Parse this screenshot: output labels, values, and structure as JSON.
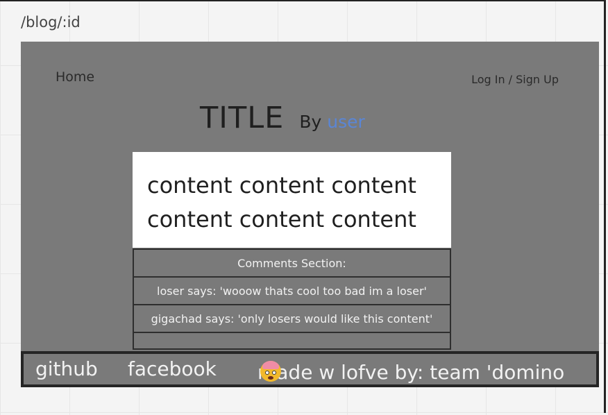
{
  "route": "/blog/:id",
  "nav": {
    "home_label": "Home",
    "auth_label": "Log In / Sign Up"
  },
  "post": {
    "title": "TITLE",
    "by_label": "By",
    "author": "user",
    "content_line1": "content content content",
    "content_line2": "content content content"
  },
  "comments": {
    "header": "Comments Section:",
    "items": [
      "loser says: 'wooow thats cool too bad im a loser'",
      "gigachad says: 'only losers would like this content'"
    ]
  },
  "footer": {
    "github_label": "github",
    "facebook_label": "facebook",
    "credit_text": "made w lofve by: team 'domino",
    "credit_icon": "exploding-head-emoji-icon"
  },
  "colors": {
    "page_bg": "#7a7a7a",
    "content_bg": "#ffffff",
    "author_link": "#5a86d6",
    "border": "#2e2e2e"
  }
}
